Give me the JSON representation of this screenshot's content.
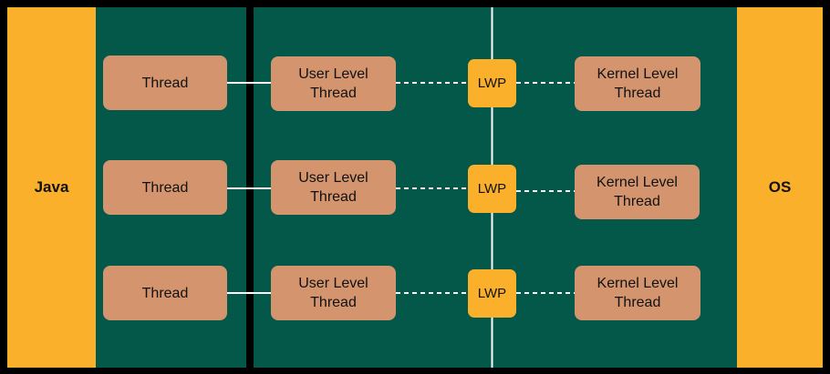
{
  "colors": {
    "background": "#000000",
    "accent_orange": "#FBB02B",
    "panel_green": "#03584A",
    "box_tan": "#D4956E",
    "connector": "#FFFFFF"
  },
  "left_panel": {
    "label": "Java"
  },
  "right_panel": {
    "label": "OS"
  },
  "rows": [
    {
      "thread": "Thread",
      "user_level_thread": "User Level\nThread",
      "lwp": "LWP",
      "kernel_level_thread": "Kernel Level\nThread"
    },
    {
      "thread": "Thread",
      "user_level_thread": "User Level\nThread",
      "lwp": "LWP",
      "kernel_level_thread": "Kernel Level\nThread"
    },
    {
      "thread": "Thread",
      "user_level_thread": "User Level\nThread",
      "lwp": "LWP",
      "kernel_level_thread": "Kernel Level\nThread"
    }
  ]
}
